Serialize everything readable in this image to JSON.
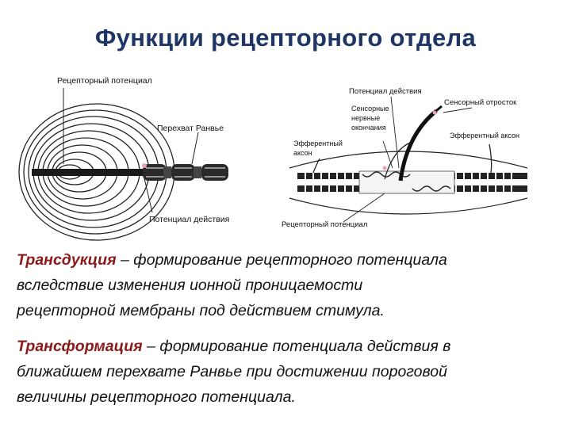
{
  "title": "Функции рецепторного отдела",
  "figure_left": {
    "label_receptor_potential": "Рецепторный потенциал",
    "label_ranvier_node": "Перехват  Ранвье",
    "label_action_potential": "Потенциал действия"
  },
  "figure_right": {
    "label_action_potential": "Потенциал действия",
    "label_sensory_process": "Сенсорный  отросток",
    "label_sensory_endings_1": "Сенсорные",
    "label_sensory_endings_2": "нервные",
    "label_sensory_endings_3": "окончания",
    "label_efferent_left_1": "Эфферентный",
    "label_efferent_left_2": "аксон",
    "label_efferent_right": "Эфферентный аксон",
    "label_receptor_potential": "Рецепторный потенциал"
  },
  "paragraphs": [
    {
      "term": "Трансдукция",
      "line1": " – формирование рецепторного  потенциала",
      "line2": "вследствие изменения ионной проницаемости",
      "line3": "рецепторной мембраны  под действием стимула."
    },
    {
      "term": "Трансформация",
      "line1": " – формирование потенциала действия в",
      "line2": "ближайшем перехвате Ранвье при достижении пороговой",
      "line3": "величины рецепторного потенциала."
    }
  ]
}
